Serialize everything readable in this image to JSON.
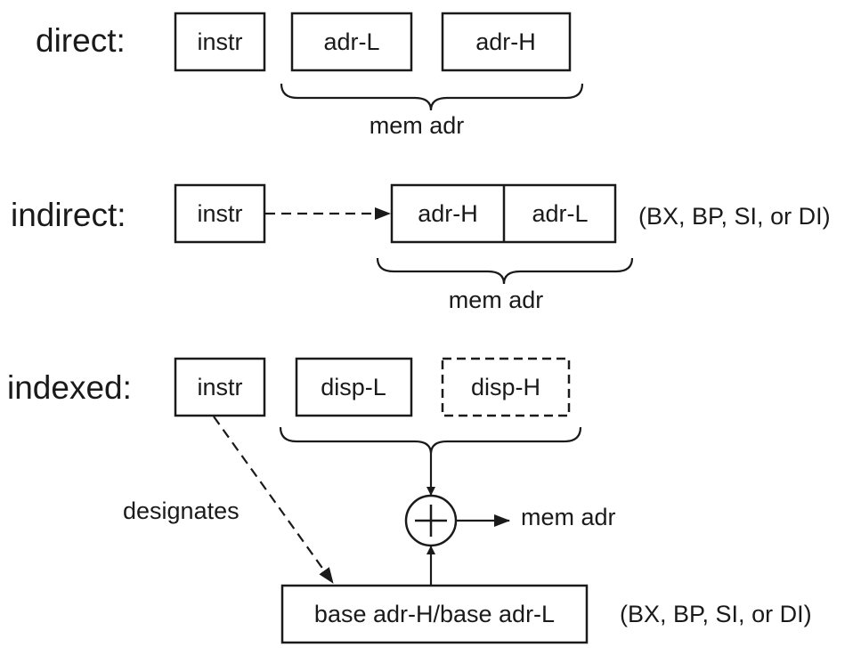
{
  "colors": {
    "stroke": "#1a1a1a",
    "background": "#ffffff"
  },
  "direct": {
    "label": "direct:",
    "instr": "instr",
    "adr_low": "adr-L",
    "adr_high": "adr-H",
    "brace_label": "mem adr"
  },
  "indirect": {
    "label": "indirect:",
    "instr": "instr",
    "adr_high": "adr-H",
    "adr_low": "adr-L",
    "registers": "(BX, BP, SI, or DI)",
    "brace_label": "mem adr"
  },
  "indexed": {
    "label": "indexed:",
    "instr": "instr",
    "disp_low": "disp-L",
    "disp_high": "disp-H",
    "designates": "designates",
    "sum_output": "mem adr",
    "base_register": "base adr-H/base adr-L",
    "registers": "(BX, BP, SI, or DI)"
  }
}
